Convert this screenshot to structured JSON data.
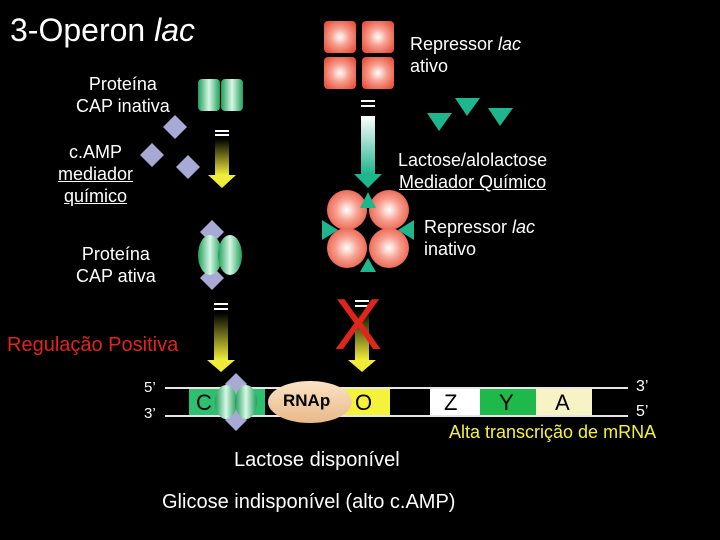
{
  "title": {
    "main": "3-Operon ",
    "italic": "lac"
  },
  "repressor_active": {
    "line1_prefix": "Repressor ",
    "line1_italic": "lac",
    "line2": "ativo"
  },
  "cap_inactive": {
    "line1": "Proteína",
    "line2": "CAP inativa"
  },
  "camp": {
    "line1": "c.AMP",
    "line2": "mediador",
    "line3": "químico"
  },
  "lactose_mediator": {
    "line1": "Lactose/alolactose",
    "line2": "Mediador Químico"
  },
  "repressor_inactive": {
    "line1_prefix": "Repressor ",
    "line1_italic": "lac",
    "line2": "inativo"
  },
  "cap_active": {
    "line1": "Proteína",
    "line2": "CAP ativa"
  },
  "block_mark": "X",
  "positive_regulation": "Regulação Positiva",
  "dna": {
    "top_left": "5’",
    "bottom_left": "3’",
    "top_right": "3’",
    "bottom_right": "5’",
    "cap_site": "C",
    "polymerase": "RNAp",
    "operator": "O",
    "genes": [
      "Z",
      "Y",
      "A"
    ]
  },
  "high_transcription": "Alta transcrição de mRNA",
  "lactose_available": "Lactose disponível",
  "glucose_unavailable": "Glicose indisponível (alto c.AMP)",
  "colors": {
    "repressor": "#f26b55",
    "cap": "#2fbf71",
    "camp": "#a9a9d6",
    "arrow_yellow": "#f0ec3a",
    "arrow_green": "#8fd8c8",
    "inducer": "#1fb58d",
    "dna_line": "#e6e6e6",
    "operator_box": "#f5f23c",
    "gene_z": "#ffffff",
    "gene_y": "#1fb84a",
    "gene_a": "#f7f3c4",
    "mrna_text": "#f5f23c",
    "x_red": "#e0251b"
  }
}
